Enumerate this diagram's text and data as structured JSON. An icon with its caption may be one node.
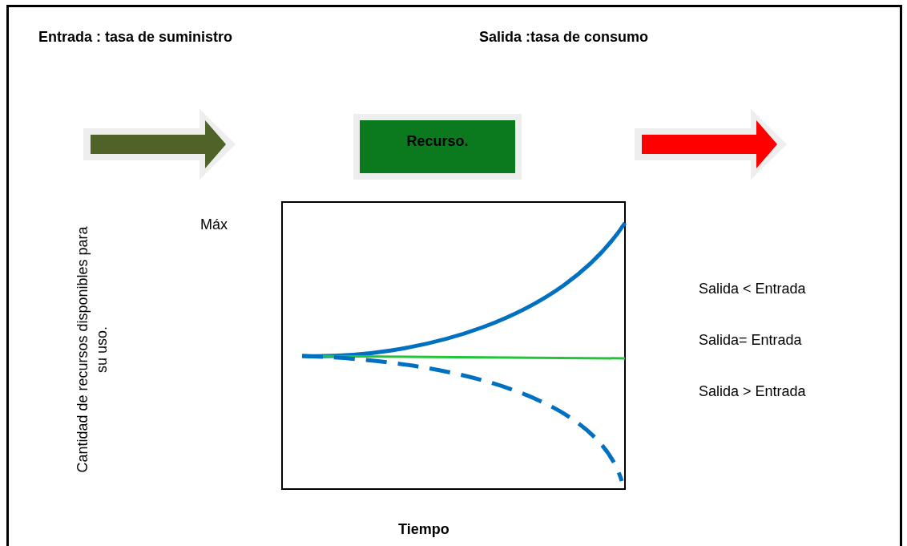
{
  "diagram": {
    "nodes": [
      {
        "text": [],
        "shape": "arrow"
      },
      {
        "text": [
          "Recurso."
        ]
      },
      {
        "text": [],
        "shape": "arrow"
      }
    ],
    "labels": [
      "Entrada : tasa de suministro",
      "Salida :tasa de consumo",
      "Máx",
      "Cantidad de recursos disponibles para su uso.",
      "Salida < Entrada",
      "Salida= Entrada",
      "Salida > Entrada",
      "Tiempo"
    ]
  }
}
